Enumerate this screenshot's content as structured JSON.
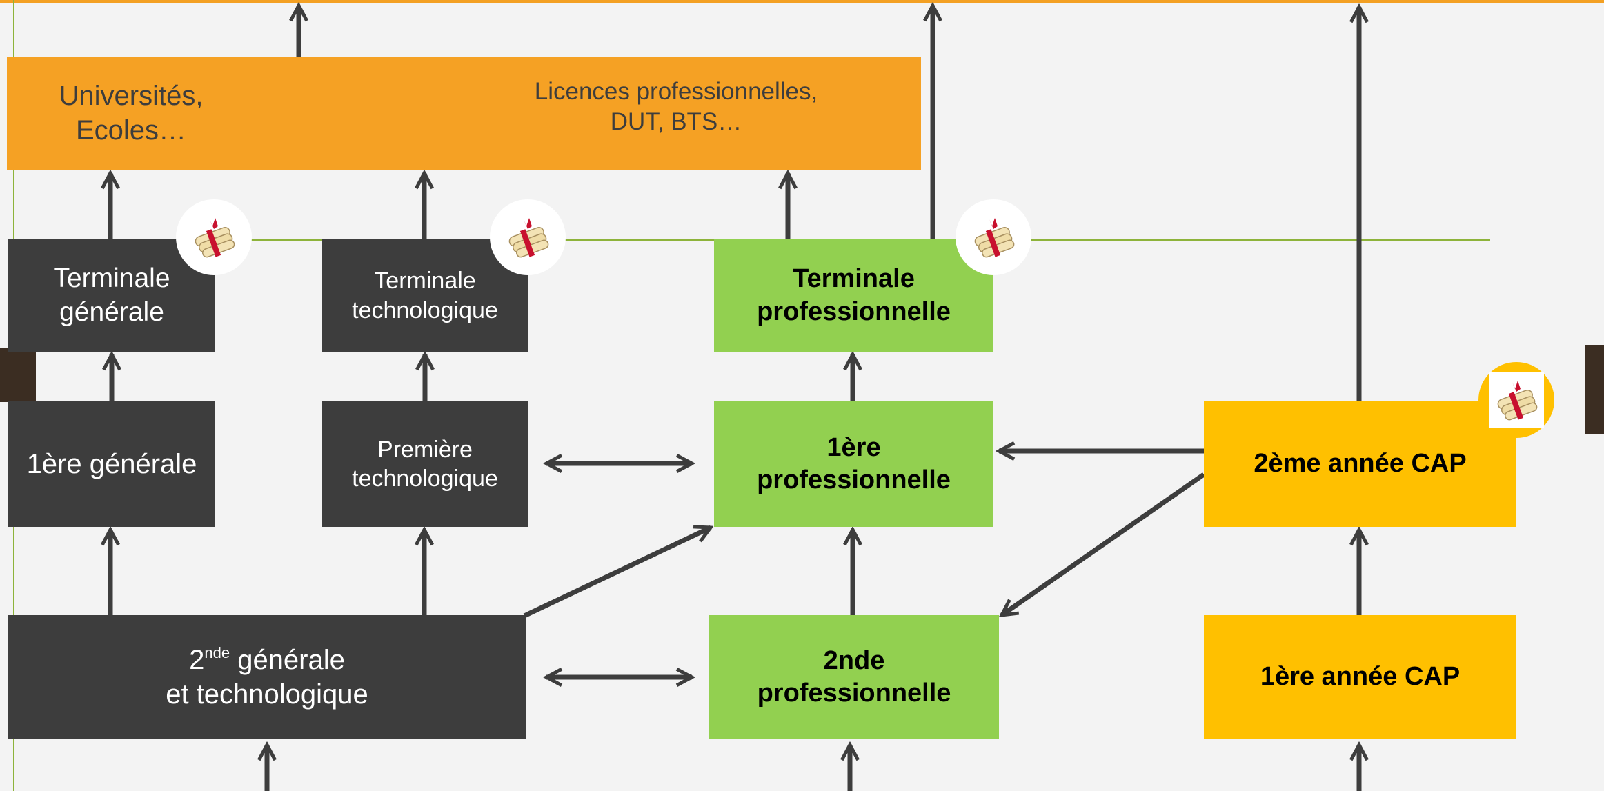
{
  "colors": {
    "dark": "#3d3d3d",
    "green": "#92d050",
    "yellow": "#ffc000",
    "orange": "#f5a124",
    "line_green": "#8db33a",
    "arrow": "#3d3d3d"
  },
  "higher_ed": {
    "universities": [
      "Universités,",
      "Ecoles…"
    ],
    "professional": [
      "Licences professionnelles,",
      "DUT, BTS…"
    ]
  },
  "general_track": {
    "terminale": [
      "Terminale",
      "générale"
    ],
    "premiere": [
      "1ère générale"
    ],
    "seconde": {
      "prefix": "2",
      "sup": "nde",
      "rest": " générale",
      "line2": "et technologique"
    }
  },
  "techno_track": {
    "terminale": [
      "Terminale",
      "technologique"
    ],
    "premiere": [
      "Première",
      "technologique"
    ]
  },
  "pro_track": {
    "terminale": [
      "Terminale",
      "professionnelle"
    ],
    "premiere": [
      "1ère",
      "professionnelle"
    ],
    "seconde": [
      "2nde",
      "professionnelle"
    ]
  },
  "cap_track": {
    "year2": "2ème année CAP",
    "year1": "1ère année CAP"
  },
  "icons": {
    "diploma": "diploma-scroll-icon"
  }
}
